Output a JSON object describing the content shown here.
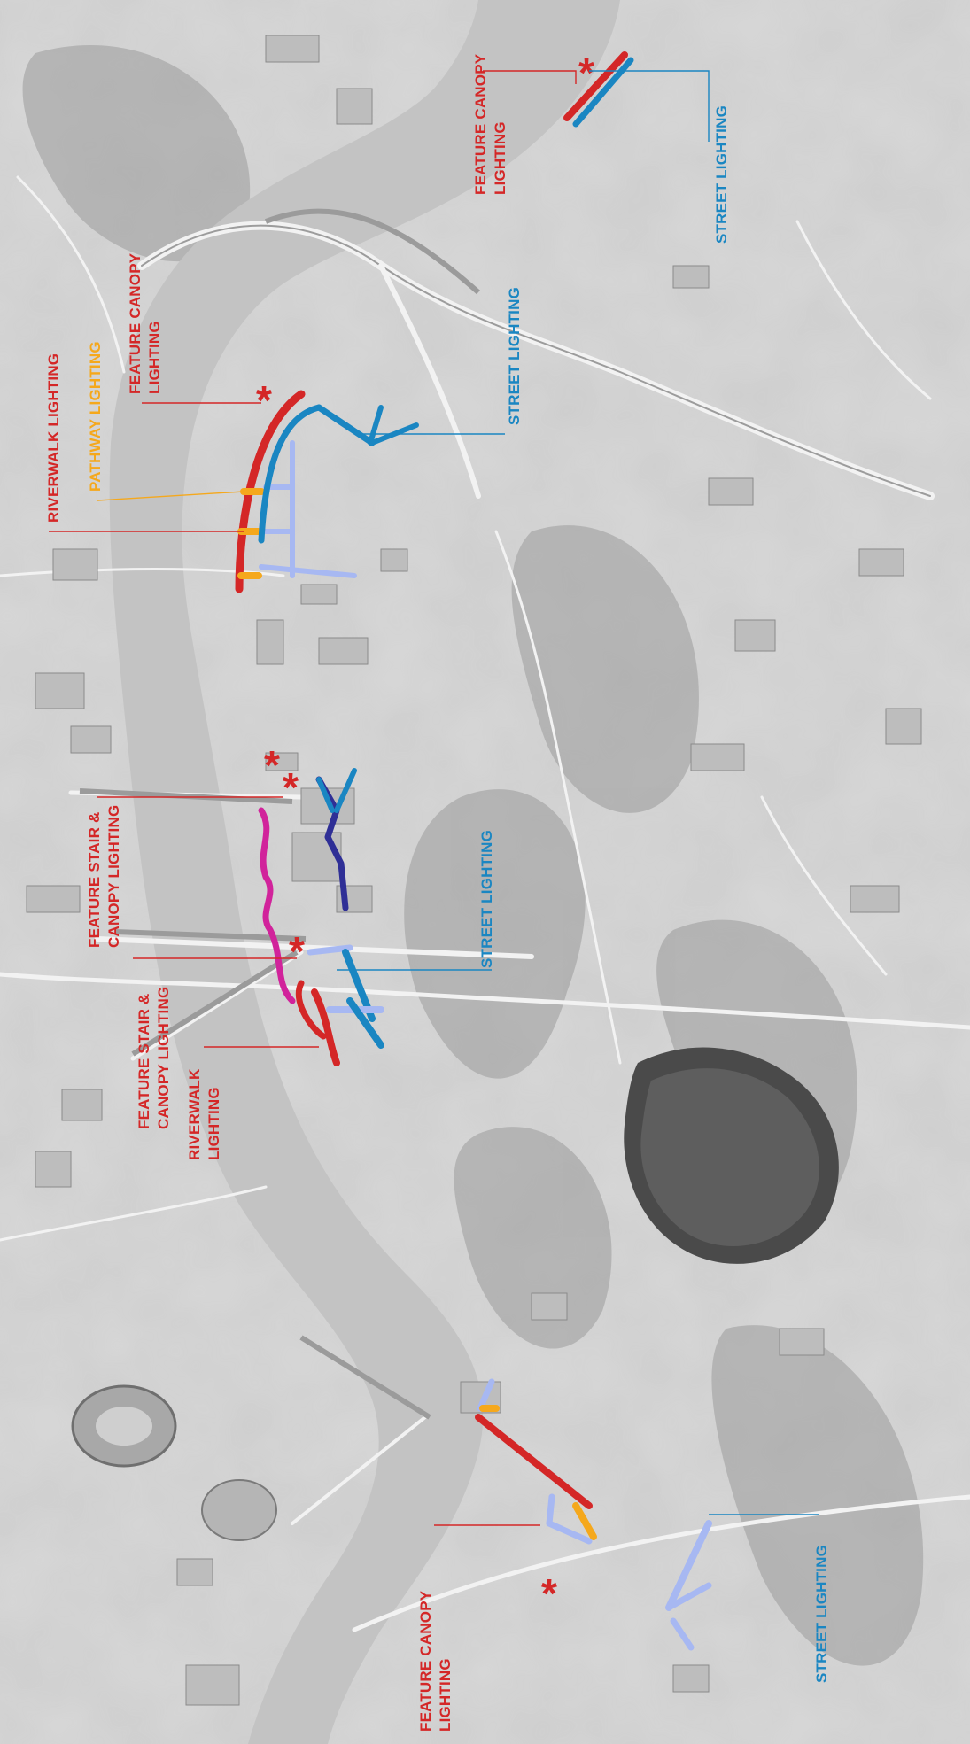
{
  "colors": {
    "riverwalk": "#d42727",
    "pathway": "#f5a81c",
    "street": "#1a86c2",
    "street_light": "#a7b8f2",
    "feature_stair": "#d1239b",
    "street_dark": "#2f2f96",
    "water": "#c2c2c2",
    "land": "#d6d6d6"
  },
  "labels": {
    "feature_canopy_top": [
      "FEATURE CANOPY",
      "LIGHTING"
    ],
    "street_top": "STREET LIGHTING",
    "riverwalk_upper": "RIVERWALK LIGHTING",
    "pathway_upper": "PATHWAY LIGHTING",
    "feature_canopy_upper": [
      "FEATURE CANOPY",
      "LIGHTING"
    ],
    "street_upper": "STREET LIGHTING",
    "feature_stair_a": [
      "FEATURE STAIR &",
      "CANOPY LIGHTING"
    ],
    "street_middle": "STREET LIGHTING",
    "feature_stair_b": [
      "FEATURE STAIR &",
      "CANOPY LIGHTING"
    ],
    "riverwalk_lower": [
      "RIVERWALK",
      "LIGHTING"
    ],
    "feature_canopy_bottom": [
      "FEATURE CANOPY",
      "LIGHTING"
    ],
    "street_bottom": "STREET LIGHTING"
  },
  "icons": {
    "feature_marker": "asterisk-icon"
  }
}
